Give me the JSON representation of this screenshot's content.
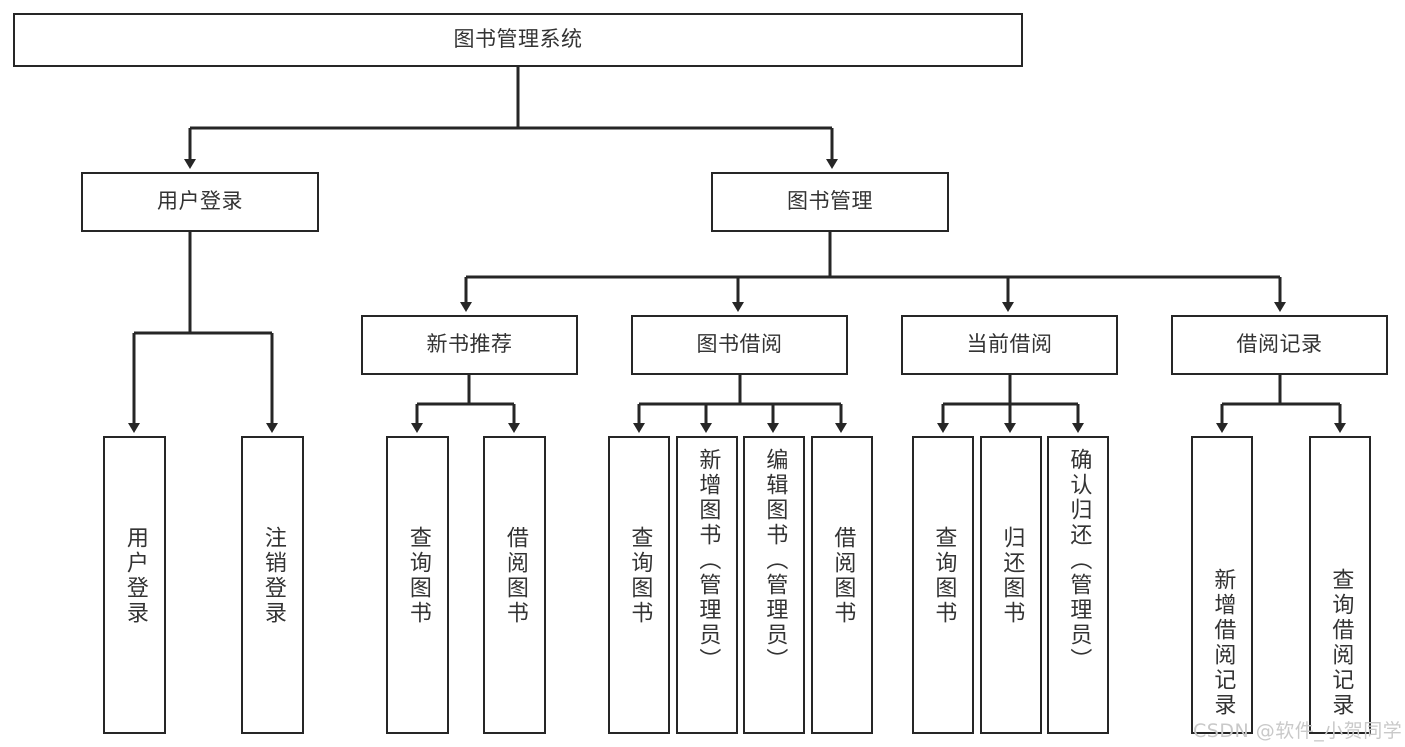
{
  "diagram": {
    "title": "图书管理系统",
    "type": "tree-hierarchy",
    "watermark": "CSDN @软件_小贺同学",
    "colors": {
      "background": "#ffffff",
      "border": "#262626",
      "text": "#333333",
      "watermark": "#c9c9c9"
    },
    "root": {
      "label": "图书管理系统"
    },
    "level2": [
      {
        "label": "用户登录"
      },
      {
        "label": "图书管理"
      }
    ],
    "level3": [
      {
        "label": "新书推荐"
      },
      {
        "label": "图书借阅"
      },
      {
        "label": "当前借阅"
      },
      {
        "label": "借阅记录"
      }
    ],
    "leaves": {
      "user_login": [
        {
          "label": "用户登录"
        },
        {
          "label": "注销登录"
        }
      ],
      "new_book_recommend": [
        {
          "label": "查询图书"
        },
        {
          "label": "借阅图书"
        }
      ],
      "book_borrow": [
        {
          "label": "查询图书"
        },
        {
          "label": "新增图书（管理员）"
        },
        {
          "label": "编辑图书（管理员）"
        },
        {
          "label": "借阅图书"
        }
      ],
      "current_borrow": [
        {
          "label": "查询图书"
        },
        {
          "label": "归还图书"
        },
        {
          "label": "确认归还（管理员）"
        }
      ],
      "borrow_record": [
        {
          "label": "新增借阅记录"
        },
        {
          "label": "查询借阅记录"
        }
      ]
    }
  }
}
